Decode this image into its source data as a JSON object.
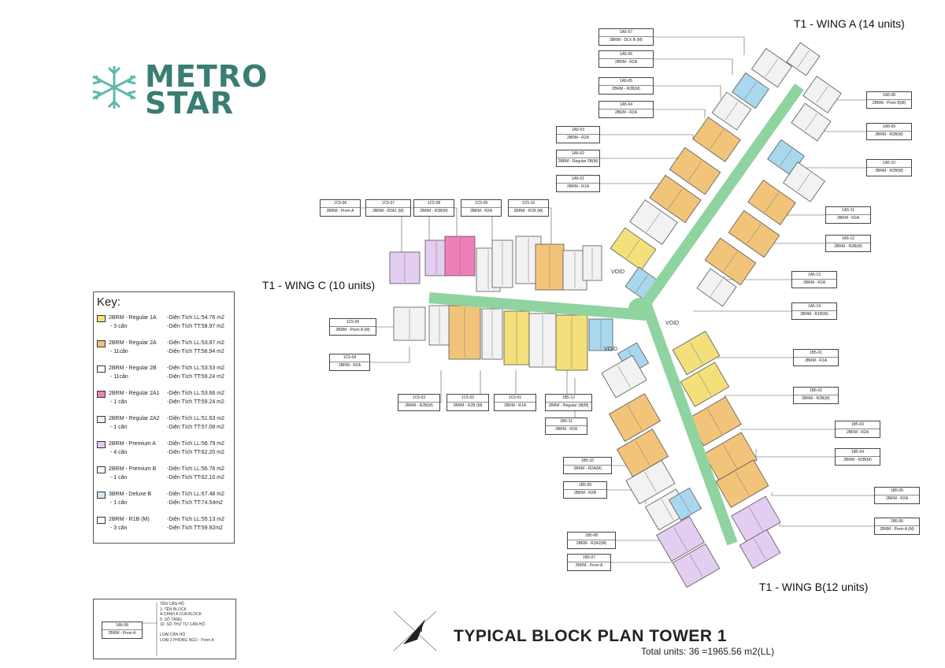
{
  "logo": {
    "line1": "METRO",
    "line2": "STAR",
    "color": "#3a7d73"
  },
  "wings": {
    "a": "T1 - WING A (14 units)",
    "b": "T1 - WING B(12 units)",
    "c": "T1 - WING C (10 units)"
  },
  "void_label": "VOID",
  "unit_labels": [
    {
      "code": "1A5-07",
      "type": "3BRM - DLX B (M)"
    },
    {
      "code": "1A5-06",
      "type": "2BRM - R2A"
    },
    {
      "code": "1A5-05",
      "type": "2BRM - R2B(M)"
    },
    {
      "code": "1A5-04",
      "type": "2BRM - R2A"
    },
    {
      "code": "1A5-03",
      "type": "2BRM - R2A"
    },
    {
      "code": "1A5-02",
      "type": "2BRM - Regular 2B(M)"
    },
    {
      "code": "1A5-01",
      "type": "2BRM - R1A"
    },
    {
      "code": "1A5-08",
      "type": "2BRM - Prem B(M)"
    },
    {
      "code": "1A5-09",
      "type": "2BRM - R2B(M)"
    },
    {
      "code": "1A5-10",
      "type": "2BRM - R2B(M)"
    },
    {
      "code": "1A5-11",
      "type": "2BRM - R2A"
    },
    {
      "code": "1A5-12",
      "type": "2BRM - R2B(M)"
    },
    {
      "code": "1A5-13",
      "type": "2BRM - R2A"
    },
    {
      "code": "1A5-14",
      "type": "2BRM - R1B(M)"
    },
    {
      "code": "1C5-06",
      "type": "2BRM - Prem A"
    },
    {
      "code": "1C5-07",
      "type": "2BRM - R2A1 (M)"
    },
    {
      "code": "1C5-08",
      "type": "2BRM - R2B(M)"
    },
    {
      "code": "1C5-09",
      "type": "2BRM - R2A"
    },
    {
      "code": "1C5-10",
      "type": "2BRM - R1B (M)"
    },
    {
      "code": "1C5-05",
      "type": "2BRM - Prem A (M)"
    },
    {
      "code": "1C5-04",
      "type": "2BRM - R2A"
    },
    {
      "code": "1C5-03",
      "type": "2BRM - R2B(M)"
    },
    {
      "code": "1C5-02",
      "type": "2BRM - R2B (M)"
    },
    {
      "code": "1C5-01",
      "type": "2BRM - R1A"
    },
    {
      "code": "1B5-12",
      "type": "2BRM - Regular 1B(M)"
    },
    {
      "code": "1B5-11",
      "type": "2BRM - R2A"
    },
    {
      "code": "1B5-01",
      "type": "2BRM - R1A"
    },
    {
      "code": "1B5-02",
      "type": "2BRM - R2B(M)"
    },
    {
      "code": "1B5-03",
      "type": "2BRM - R2A"
    },
    {
      "code": "1B5-04",
      "type": "2BRM - R2B(M)"
    },
    {
      "code": "1B5-05",
      "type": "2BRM - R2A"
    },
    {
      "code": "1B5-06",
      "type": "2BRM - Prem A (M)"
    },
    {
      "code": "1B5-10",
      "type": "2BRM - R2A(M)"
    },
    {
      "code": "1B5-09",
      "type": "2BRM - R2B"
    },
    {
      "code": "1B5-08",
      "type": "2BRM - R2A2(M)"
    },
    {
      "code": "1B5-07",
      "type": "2BRM - Prem A"
    }
  ],
  "key": {
    "title": "Key:",
    "rows": [
      {
        "name": "2BRM - Regular 1A",
        "count": "- 3 căn",
        "ll": "-Diện Tích LL:54.76 m2",
        "tt": "-Diện Tích TT:58.97 m2",
        "color": "#f3e07a"
      },
      {
        "name": "2BRM - Regular 2A",
        "count": "- 11căn",
        "ll": "-Diện Tích LL:53.87 m2",
        "tt": "-Diện Tích TT:58.94 m2",
        "color": "#f2c47a"
      },
      {
        "name": "2BRM - Regular 2B",
        "count": "- 11căn",
        "ll": "-Diện Tích LL:53.53 m2",
        "tt": "-Diện Tích TT:59.24 m2",
        "color": "#ffffff"
      },
      {
        "name": "2BRM - Regular 2A1",
        "count": "- 1 căn",
        "ll": "-Diện Tích LL:53.66 m2",
        "tt": "-Diện Tích TT:59.24 m2",
        "color": "#ef7fb8"
      },
      {
        "name": "2BRM - Regular 2A2",
        "count": "- 1 căn",
        "ll": "-Diện Tích LL:51.63 m2",
        "tt": "-Diện Tích TT:57.08 m2",
        "color": "#fbe8f3"
      },
      {
        "name": "2BRM - Premium A",
        "count": "- 4 căn",
        "ll": "-Diện Tích LL:56.79 m2",
        "tt": "-Diện Tích TT:62.20 m2",
        "color": "#e3cdf0"
      },
      {
        "name": "2BRM - Premium B",
        "count": "- 1 căn",
        "ll": "-Diện Tích LL:56.76 m2",
        "tt": "-Diện Tích TT:62.10 m2",
        "color": "#ffffff"
      },
      {
        "name": "3BRM - Deluxe B",
        "count": "- 1 căn",
        "ll": "-Diện Tích LL:67.48 m2",
        "tt": "-Diện Tích TT:74.54m2",
        "color": "#cde9f6"
      },
      {
        "name": "2BRM - R1B (M)",
        "count": "- 3 căn",
        "ll": "-Diện Tích LL:55.13 m2",
        "tt": "-Diện Tích TT:59.92m2",
        "color": "#ffffff"
      }
    ]
  },
  "legend2": {
    "code": "1A5-08",
    "type": "2BRM - Prem A",
    "notes": [
      "TÊN CĂN HỘ",
      "1: TÊN BLOCK",
      "A:CÁNH A CỦA BLOCK",
      "5: SỐ TẦNG",
      "32: SỐ THỨ TỰ CĂN HỘ",
      "",
      "LOẠI CĂN HỘ",
      "LOẠI 2 PHÒNG NGỦ - Prem A"
    ]
  },
  "compass": "N",
  "plan_title": "TYPICAL BLOCK PLAN  TOWER 1",
  "total_units": "Total units: 36 =1965.56 m2(LL)",
  "colors": {
    "corridor": "#8fd4a0",
    "yellow": "#f3e07a",
    "orange": "#f2c47a",
    "blue": "#a9d7ee",
    "purple": "#e3cdf0",
    "pink": "#ef7fb8",
    "grey": "#f2f2f2"
  }
}
